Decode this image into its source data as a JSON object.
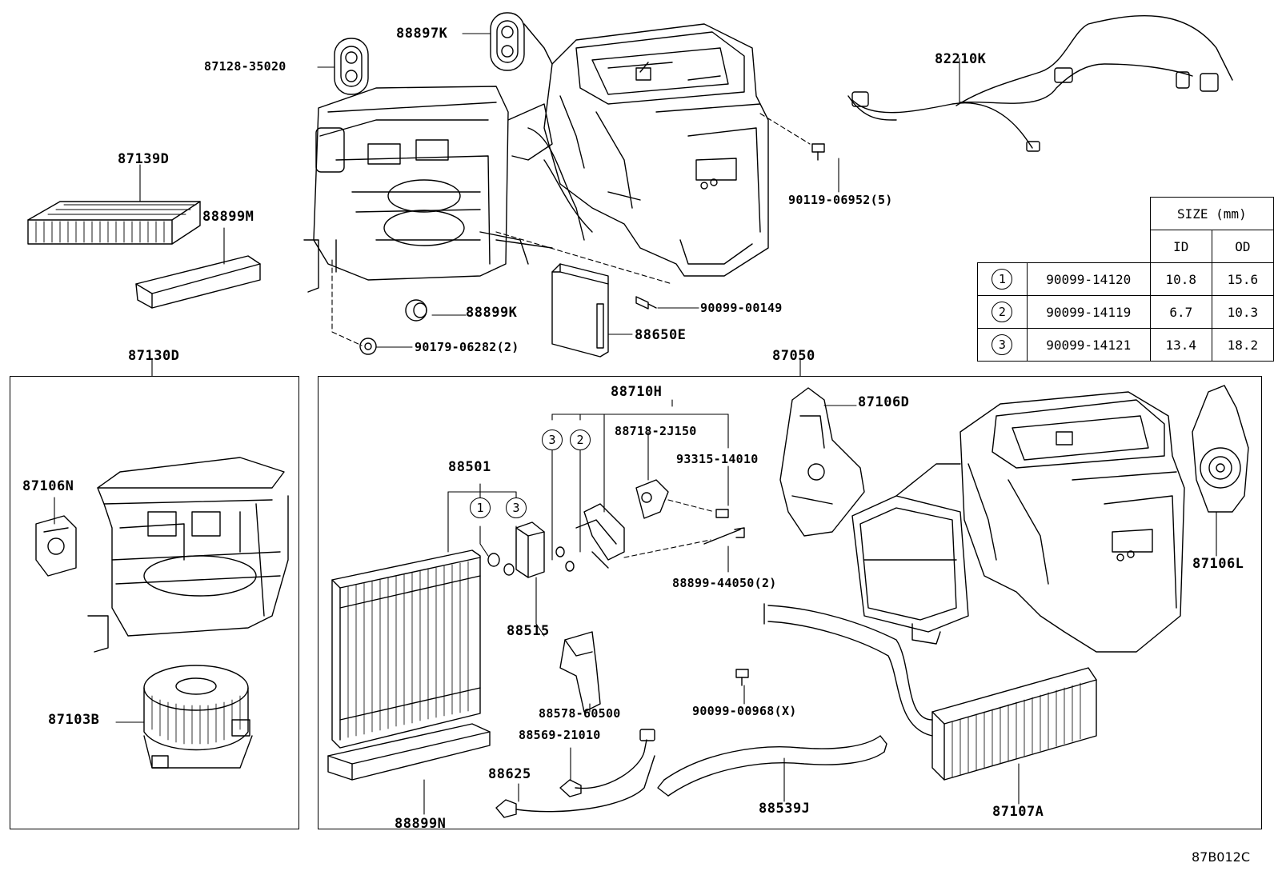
{
  "callouts": {
    "p87128_35020": "87128-35020",
    "p88897K": "88897K",
    "p82210K": "82210K",
    "p87139D": "87139D",
    "p88899M": "88899M",
    "p90119_06952": "90119-06952(5)",
    "p88899K": "88899K",
    "p90099_00149": "90099-00149",
    "p88650E": "88650E",
    "p90179_06282": "90179-06282(2)",
    "p87130D": "87130D",
    "p87050": "87050",
    "p87106N": "87106N",
    "p87103B": "87103B",
    "p88710H": "88710H",
    "p88718_2J150": "88718-2J150",
    "p93315_14010": "93315-14010",
    "p88501": "88501",
    "p87106D": "87106D",
    "p87106L": "87106L",
    "p88899_44050": "88899-44050(2)",
    "p88515": "88515",
    "p88578_60500": "88578-60500",
    "p90099_00968": "90099-00968(X)",
    "p88569_21010": "88569-21010",
    "p88625": "88625",
    "p88899N": "88899N",
    "p88539J": "88539J",
    "p87107A": "87107A"
  },
  "circle_refs": {
    "one": "1",
    "two": "2",
    "three": "3"
  },
  "size_table": {
    "header": "SIZE (mm)",
    "col_id": "ID",
    "col_od": "OD",
    "rows": [
      {
        "ref": "1",
        "part": "90099-14120",
        "id": "10.8",
        "od": "15.6"
      },
      {
        "ref": "2",
        "part": "90099-14119",
        "id": "6.7",
        "od": "10.3"
      },
      {
        "ref": "3",
        "part": "90099-14121",
        "id": "13.4",
        "od": "18.2"
      }
    ]
  },
  "footer_code": "87B012C"
}
